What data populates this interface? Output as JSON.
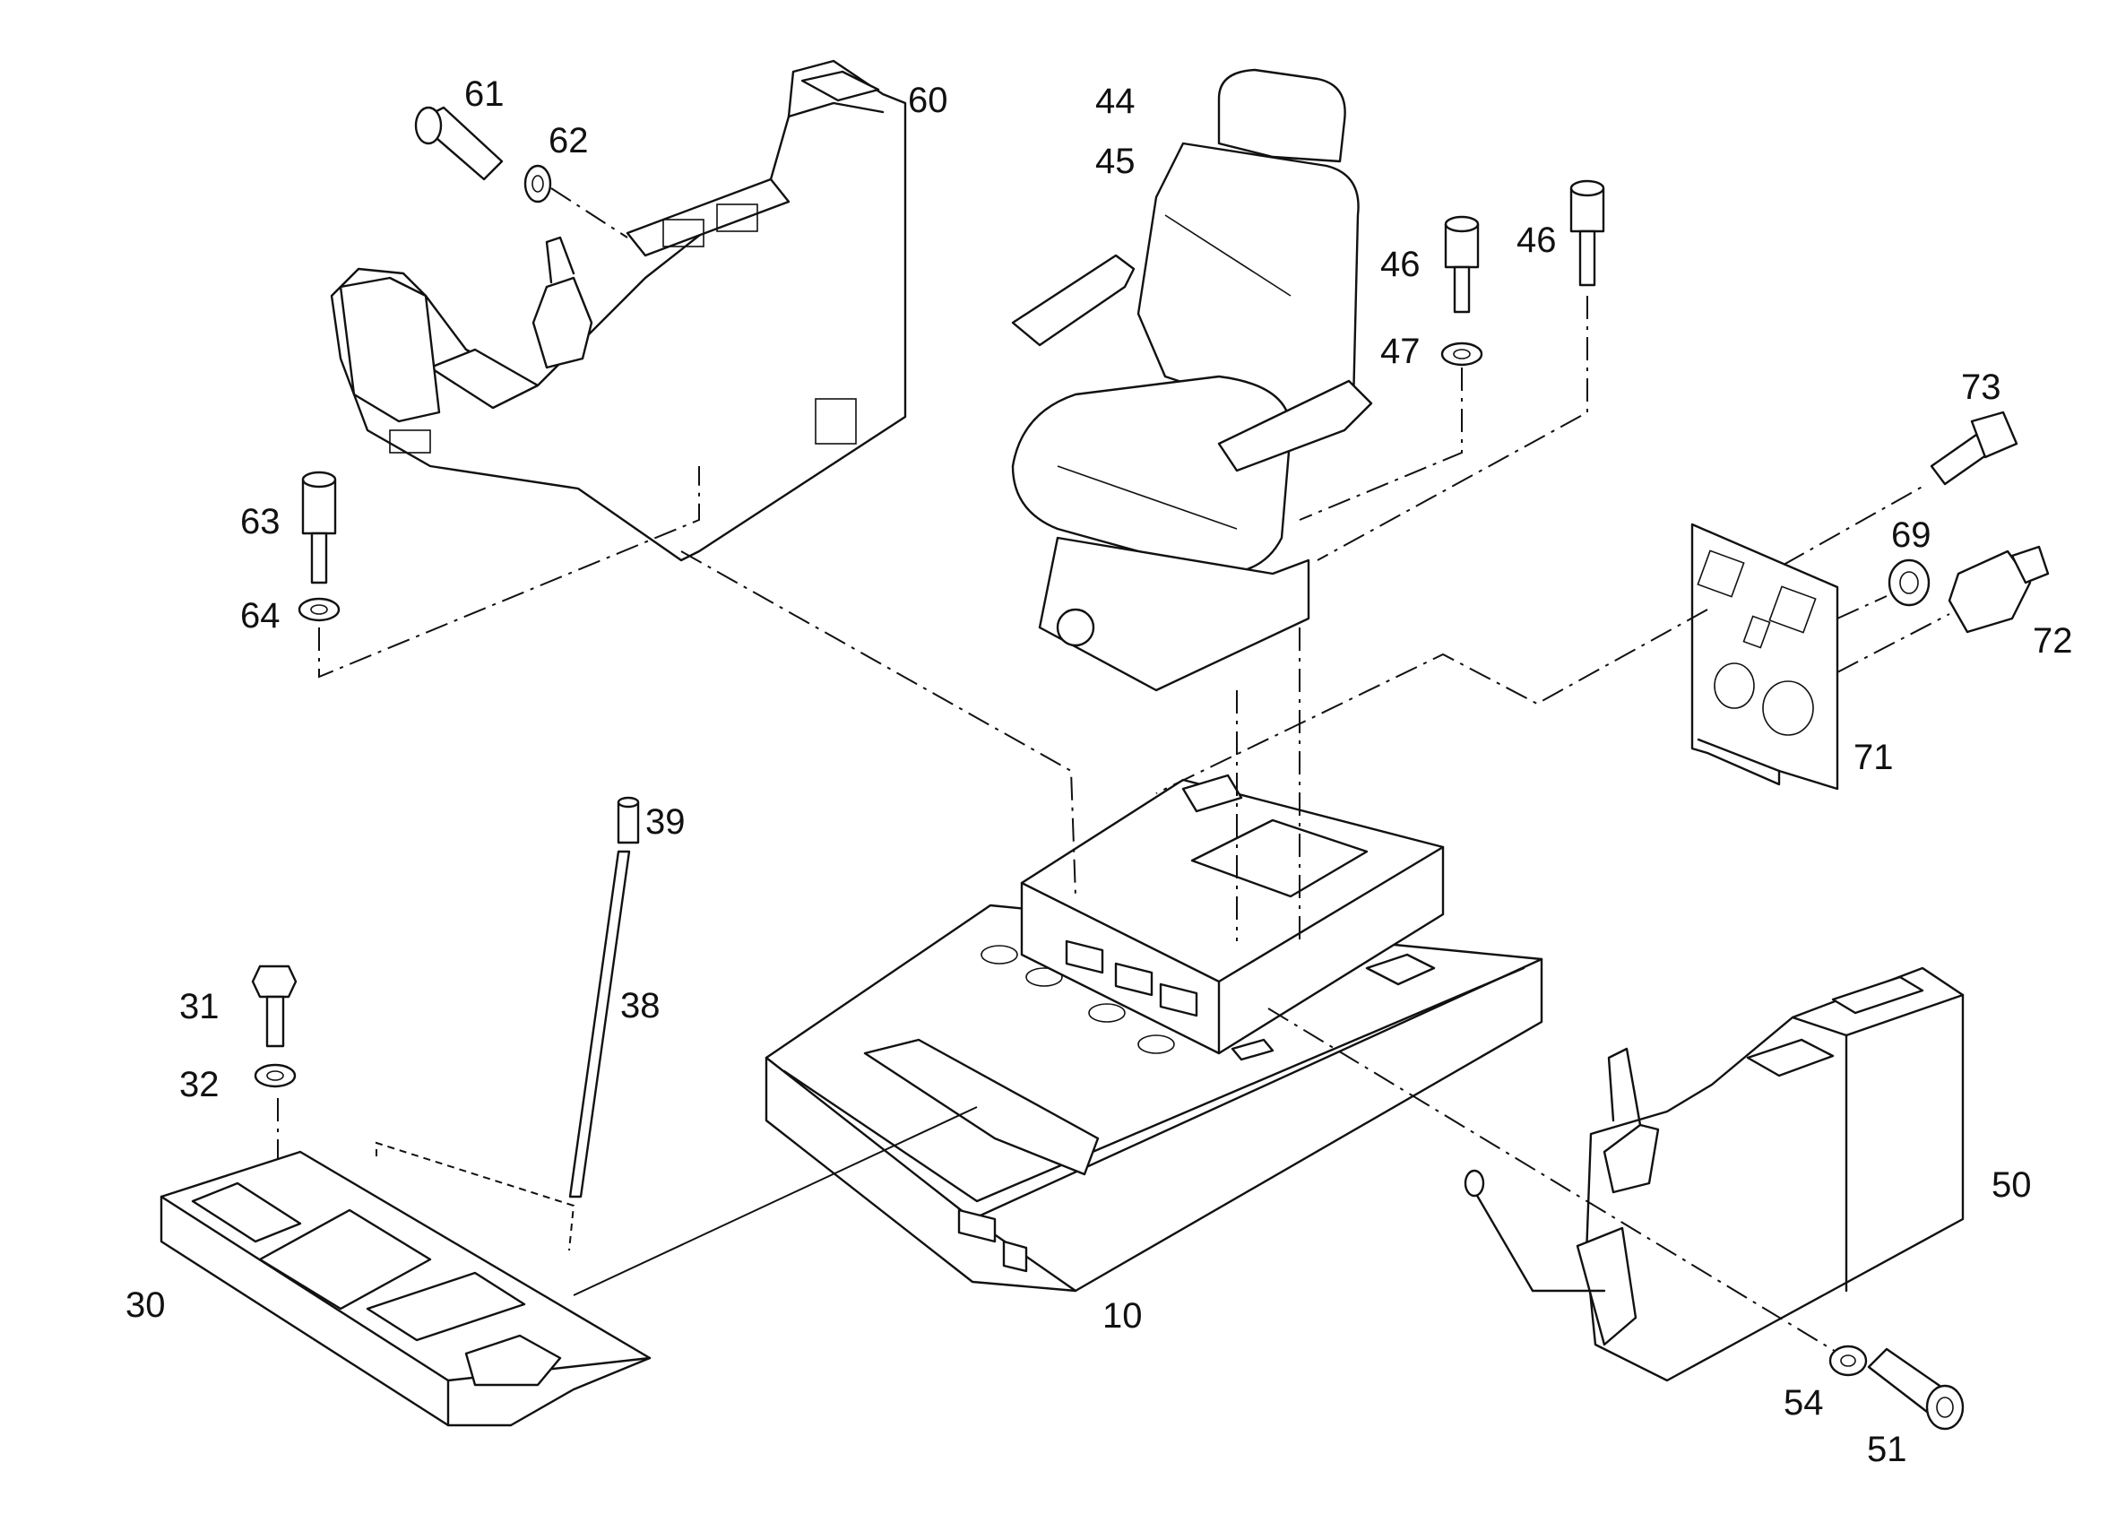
{
  "diagram": {
    "labels": {
      "p61": "61",
      "p62": "62",
      "p60": "60",
      "p44": "44",
      "p45": "45",
      "p46a": "46",
      "p46b": "46",
      "p47": "47",
      "p73": "73",
      "p69": "69",
      "p72": "72",
      "p71": "71",
      "p63": "63",
      "p64": "64",
      "p39": "39",
      "p38": "38",
      "p31": "31",
      "p32": "32",
      "p30": "30",
      "p10": "10",
      "p50": "50",
      "p54": "54",
      "p51": "51"
    }
  }
}
